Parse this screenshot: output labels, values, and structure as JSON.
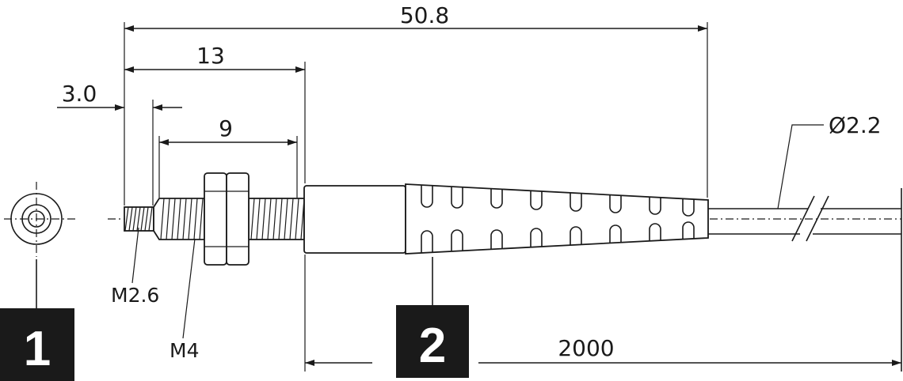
{
  "drawing": {
    "dimensions": {
      "overall_length": "50.8",
      "thread_section_length": "13",
      "tip_length": "3.0",
      "m4_thread_length": "9",
      "cable_diameter": "Ø2.2",
      "cable_length": "2000"
    },
    "labels": {
      "tip_thread": "M2.6",
      "body_thread": "M4"
    },
    "callouts": {
      "end_view": "1",
      "sleeve": "2"
    },
    "colors": {
      "line": "#1a1a1a",
      "callout_box": "#1a1a1a",
      "background": "#ffffff"
    }
  }
}
